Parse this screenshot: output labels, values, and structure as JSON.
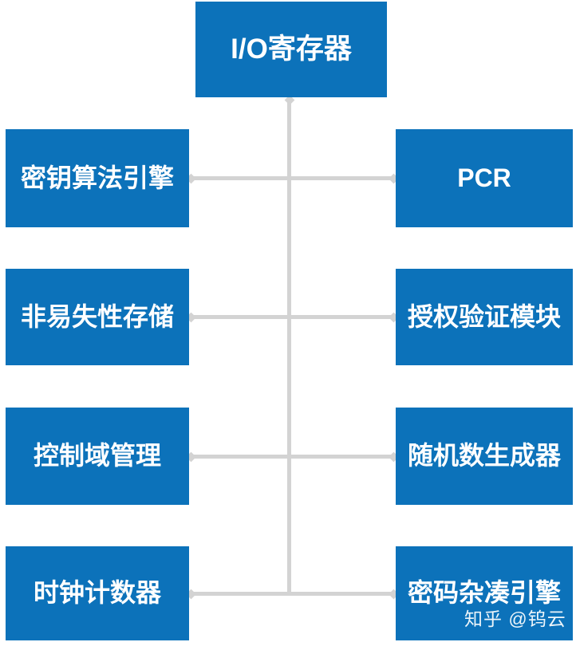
{
  "diagram": {
    "title_node": {
      "label": "I/O寄存器"
    },
    "left_nodes": [
      {
        "label": "密钥算法引擎"
      },
      {
        "label": "非易失性存储"
      },
      {
        "label": "控制域管理"
      },
      {
        "label": "时钟计数器"
      }
    ],
    "right_nodes": [
      {
        "label": "PCR"
      },
      {
        "label": "授权验证模块"
      },
      {
        "label": "随机数生成器"
      },
      {
        "label": "密码杂凑引擎"
      }
    ],
    "colors": {
      "node_fill": "#0c72ba",
      "node_text": "#ffffff",
      "connector": "#d3d3d3",
      "background": "#ffffff"
    }
  },
  "watermark": {
    "text": "知乎 @钨云"
  }
}
